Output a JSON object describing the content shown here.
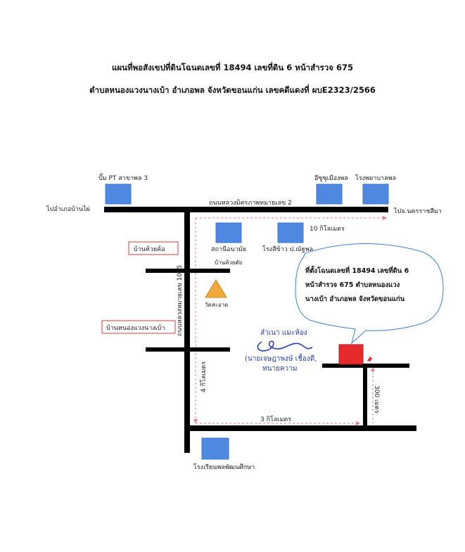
{
  "header": {
    "line1": "แผนที่พอสังเขปที่ดินโฉนดเลขที่ 18494 เลขที่ดิน 6 หน้าสำรวจ 675",
    "line2": "ตำบลหนองแวงนางเบ้า อำเภอพล จังหวัดขอนแก่น  เลขคดีแดงที่ ผบE2323/2566"
  },
  "roads": {
    "top_road": "ถนนหลวงมิตรภาพหมายเลข 2",
    "vertical_road": "ถนนหลวงหมายเลข 1075",
    "left_direction": "ไปอำเภอบ้านไผ่",
    "right_direction": "ไปจ.นครราชสีมา"
  },
  "places": {
    "gas_station": "ปั๊ม PT สาขาพล 3",
    "mall": "อีซูซุเมืองพล",
    "hospital": "โรงพยาบาลพล",
    "health_station": "สถานีอนามัย",
    "rice_mill": "โรงสีข้าว ป.ณัฐพล",
    "school": "โรงเรียนพลพัฒนศึกษา",
    "temple": "วัดสะอาด",
    "huai_tan": "บ้านห้วยตัย"
  },
  "villages": {
    "huai_kho": "บ้านห้วยค้อ",
    "nong_waeng": "บ้านหนองแวงนางเบ้า"
  },
  "distances": {
    "d10km": "10 กิโลเมตร",
    "d4km": "4 กิโลเมตร",
    "d3km": "3 กิโลเมตร",
    "d300m": "300 เมตร"
  },
  "callout": {
    "line1": "ที่ตั้งโฉนดเลขที่ 18494 เลขที่ดิน 6",
    "line2": "หน้าสำรวจ 675 ตำบลหนองแวง",
    "line3": "นางเบ้า อำเภอพล จังหวัดขอนแก่น"
  },
  "signature": {
    "name_top": "ลำเนา แมะห้อง",
    "name_full": "(นายเจษฎาพงษ์  เชื้องดี,",
    "role": "ทนายความ"
  },
  "colors": {
    "building": "#4f88e0",
    "road": "#000000",
    "target": "#e52b2b",
    "temple": "#f2a93b",
    "callout_border": "#3a7fcf",
    "village_border": "#d43a3a",
    "dashed": "#e07b8a",
    "signature_ink": "#2b3fb0"
  }
}
